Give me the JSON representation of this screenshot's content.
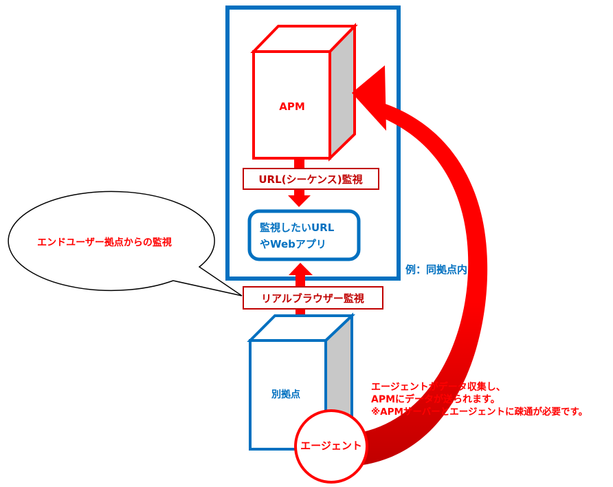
{
  "colors": {
    "blue": "#0070C0",
    "red": "#FF0000",
    "dark_red": "#C00000",
    "gray": "#C8C8C8"
  },
  "apm_server": {
    "label": "APM"
  },
  "url_monitor_label": "URL(シーケンス)監視",
  "target_box": {
    "line1": "監視したいURL",
    "line2": "やWebアプリ"
  },
  "same_site_label": "例：同拠点内",
  "real_browser_label": "リアルブラウザー監視",
  "speech_bubble": "エンドユーザー拠点からの監視",
  "remote_site": {
    "label": "別拠点"
  },
  "agent": {
    "label": "エージェント"
  },
  "agent_note": {
    "line1": "エージェントがデータ収集し、",
    "line2": "APMにデータが送られます。",
    "line3": "※APMサーバーとエージェントに疎通が必要です。"
  }
}
